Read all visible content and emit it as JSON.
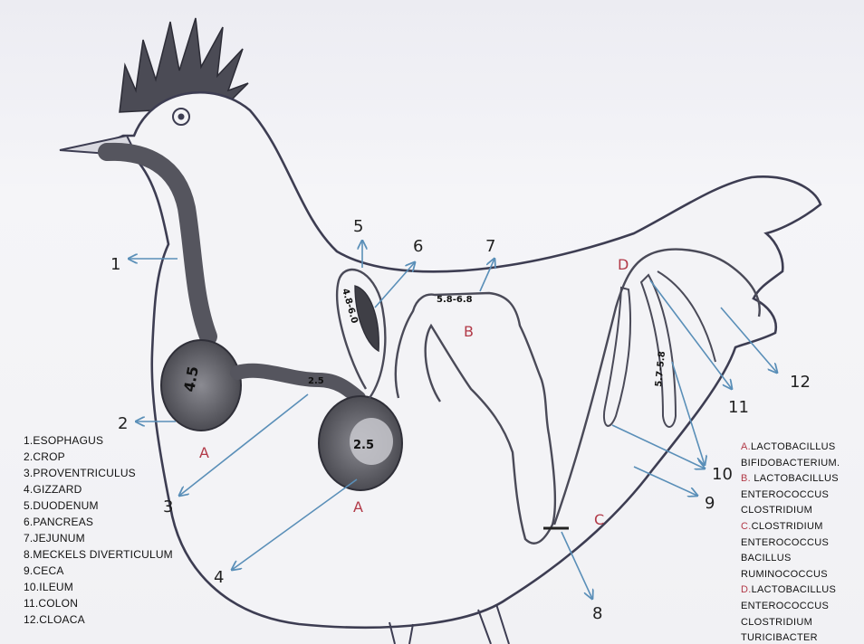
{
  "callouts": [
    "1",
    "2",
    "3",
    "4",
    "5",
    "6",
    "7",
    "8",
    "9",
    "10",
    "11",
    "12"
  ],
  "regions": {
    "a1": "A",
    "a2": "A",
    "b": "B",
    "c": "C",
    "d": "D"
  },
  "organ_values": {
    "crop": "4.5",
    "proventriculus": "2.5",
    "gizzard": "2.5",
    "duodenum": "4.8-6.0",
    "jejunum": "5.8-6.8",
    "ceca": "5.7-5.8"
  },
  "legend": [
    "1.ESOPHAGUS",
    "2.CROP",
    "3.PROVENTRICULUS",
    "4.GIZZARD",
    "5.DUODENUM",
    "6.PANCREAS",
    "7.JEJUNUM",
    "8.MECKELS DIVERTICULUM",
    "9.CECA",
    "10.ILEUM",
    "11.COLON",
    "12.CLOACA"
  ],
  "bacteria": [
    {
      "key": "A.",
      "items": [
        "LACTOBACILLUS",
        "BIFIDOBACTERIUM."
      ]
    },
    {
      "key": "B.",
      "items": [
        " LACTOBACILLUS",
        "ENTEROCOCCUS",
        "CLOSTRIDIUM"
      ]
    },
    {
      "key": "C.",
      "items": [
        "CLOSTRIDIUM",
        "ENTEROCOCCUS",
        "BACILLUS",
        "RUMINOCOCCUS"
      ]
    },
    {
      "key": "D.",
      "items": [
        "LACTOBACILLUS",
        "ENTEROCOCCUS",
        "CLOSTRIDIUM",
        "TURICIBACTER"
      ]
    }
  ],
  "colors": {
    "outline": "#3d3d52",
    "organ": "#55555e",
    "arrow": "#5a8fb8",
    "region_letter": "#b23a48"
  }
}
